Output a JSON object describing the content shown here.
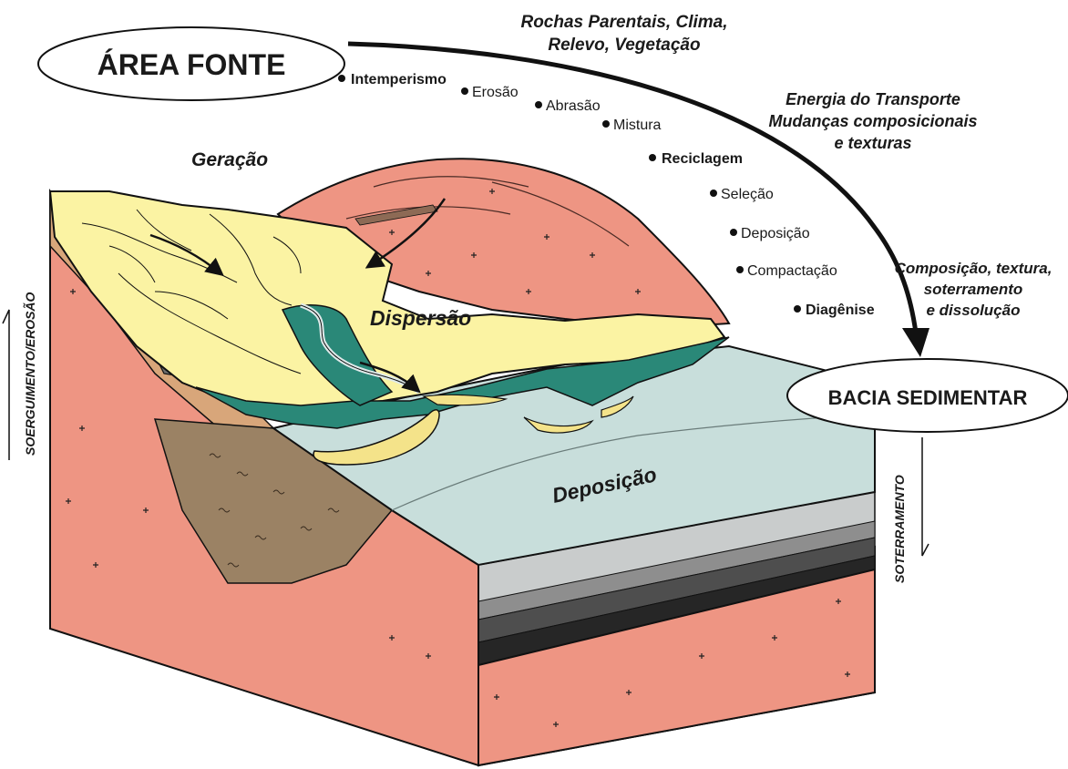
{
  "source_area": {
    "label": "ÁREA FONTE"
  },
  "basin": {
    "label": "BACIA SEDIMENTAR"
  },
  "controls": {
    "source": [
      "Rochas Parentais, Clima,",
      "Relevo, Vegetação"
    ],
    "transport": [
      "Energia do Transporte",
      "Mudanças composicionais",
      "e texturas"
    ],
    "basin": [
      "Composição, textura,",
      "soterramento",
      "e dissolução"
    ]
  },
  "stages": {
    "generation": "Geração",
    "dispersion": "Dispersão",
    "deposition": "Deposição"
  },
  "processes": [
    {
      "label": "Intemperismo",
      "bold": true
    },
    {
      "label": "Erosão",
      "bold": false
    },
    {
      "label": "Abrasão",
      "bold": false
    },
    {
      "label": "Mistura",
      "bold": false
    },
    {
      "label": "Reciclagem",
      "bold": true
    },
    {
      "label": "Seleção",
      "bold": false
    },
    {
      "label": "Deposição",
      "bold": false
    },
    {
      "label": "Compactação",
      "bold": false
    },
    {
      "label": "Diagênise",
      "bold": true
    }
  ],
  "side_labels": {
    "uplift": "SOERGUIMENTO/EROSÃO",
    "burial": "SOTERRAMENTO"
  },
  "colors": {
    "granite": "#ee9583",
    "sandstone": "#fbf3a3",
    "vegetation": "#2a8878",
    "shallow_water": "#c8dedb",
    "dark_sediment": "#9b8264",
    "sand_bar": "#f4e38a"
  }
}
